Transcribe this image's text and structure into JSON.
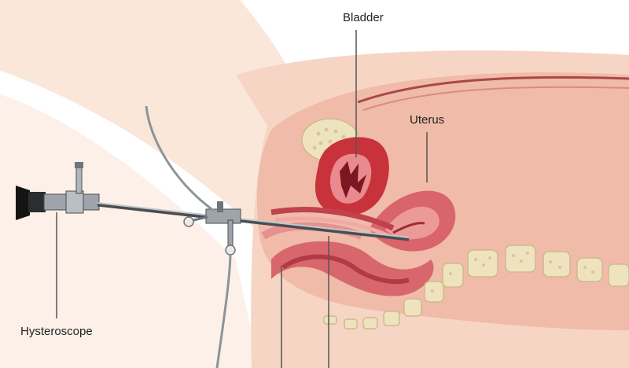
{
  "labels": {
    "bladder": "Bladder",
    "uterus": "Uterus",
    "hysteroscope": "Hysteroscope"
  },
  "colors": {
    "skin_light": "#fbe6da",
    "skin_mid": "#f6cdbb",
    "pelvis_inner": "#efb6a3",
    "tissue_pink": "#e7a29a",
    "uterus": "#d9646b",
    "uterus_dark": "#b83845",
    "bladder_red": "#c8323a",
    "bone": "#efe3bf",
    "bone_dots": "#d8c695",
    "instrument_steel": "#9ea4aa",
    "instrument_dark": "#4a4e52",
    "eyepiece": "#141414",
    "leader_line": "#555555"
  }
}
